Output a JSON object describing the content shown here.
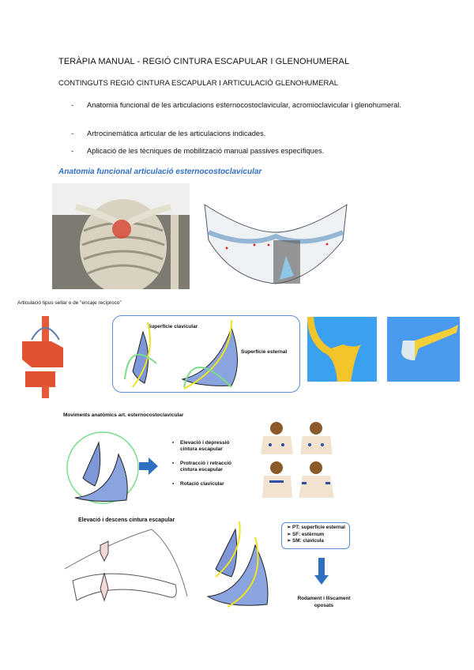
{
  "title": "TERÀPIA MANUAL - REGIÓ CINTURA ESCAPULAR I GLENOHUMERAL",
  "subtitle": "CONTINGUTS REGIÓ CINTURA ESCAPULAR I ARTICULACIÓ GLENOHUMERAL",
  "bullets": [
    "Anatomia funcional de les articulacions esternocostoclavicular, acromioclavicular i glenohumeral.",
    "Artrocinemàtica articular de les articulacions indicades.",
    "Aplicació de les tècniques de mobilització manual passives específiques."
  ],
  "bullet_marker": "-",
  "section_heading": "Anatomia funcional articulació esternocostoclavicular",
  "saddle_caption": "Articulació tipus sellar o de \"encaje recíproco\"",
  "surface_labels": {
    "clavicular": "Superfície clavicular",
    "sternal": "Superfície esternal"
  },
  "movements": {
    "heading": "Moviments anatòmics art. esternocostoclavicular",
    "items": [
      "Elevació i depressió cintura escapular",
      "Protracció i retracció cintura escapular",
      "Rotació clavicular"
    ]
  },
  "elevation": {
    "heading": "Elevació i descens cintura escapular",
    "info": [
      "PT: superfície esternal",
      "SF: estèrnum",
      "SM: clavícula"
    ],
    "result": "Rodament i lliscament oposats"
  },
  "colors": {
    "heading_blue": "#2e6fc0",
    "box_border": "#5b8dd6",
    "arrow_blue": "#2f6fc0",
    "image_bg_blue": "#3aa0f0"
  }
}
